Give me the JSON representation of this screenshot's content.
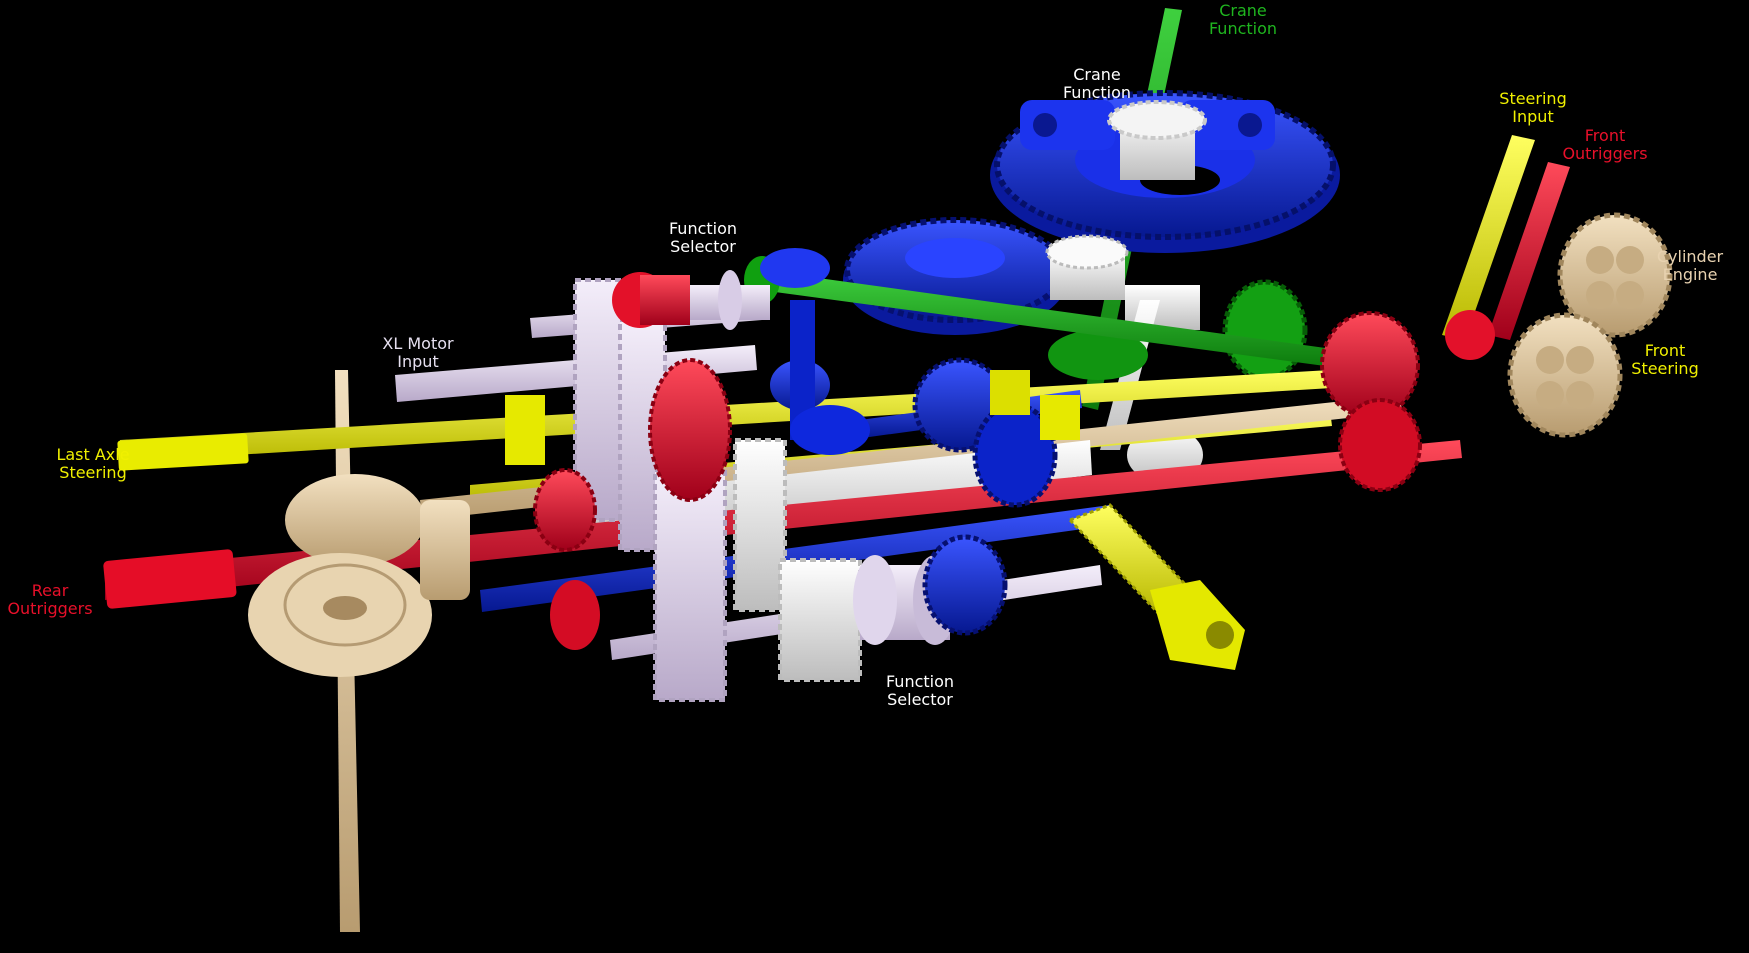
{
  "colors": {
    "background": "#000000",
    "green": "#17a317",
    "yellow": "#eef000",
    "red": "#e5122a",
    "blue": "#0a24d8",
    "white": "#ececec",
    "lavender": "#dcd0ea",
    "tan": "#dcc49c"
  },
  "labels": {
    "crane_function_top": {
      "line1": "Crane",
      "line2": "Function",
      "color": "#1fb51f"
    },
    "crane_function": {
      "line1": "Crane",
      "line2": "Function",
      "color": "#ffffff"
    },
    "steering_input": {
      "line1": "Steering",
      "line2": "Input",
      "color": "#f0f000"
    },
    "front_outriggers": {
      "line1": "Front",
      "line2": "Outriggers",
      "color": "#e8102a"
    },
    "cylinder_engine": {
      "line1": "Cylinder",
      "line2": "Engine",
      "color": "#e8d2b0"
    },
    "front_steering": {
      "line1": "Front",
      "line2": "Steering",
      "color": "#f0f000"
    },
    "function_selector_top": {
      "line1": "Function",
      "line2": "Selector",
      "color": "#ffffff"
    },
    "xl_motor_input": {
      "line1": "XL Motor",
      "line2": "Input",
      "color": "#e6e0f0"
    },
    "last_axle_steering": {
      "line1": "Last Axle",
      "line2": "Steering",
      "color": "#f0f000"
    },
    "rear_outriggers": {
      "line1": "Rear",
      "line2": "Outriggers",
      "color": "#e8102a"
    },
    "function_selector_bottom": {
      "line1": "Function",
      "line2": "Selector",
      "color": "#ffffff"
    }
  }
}
